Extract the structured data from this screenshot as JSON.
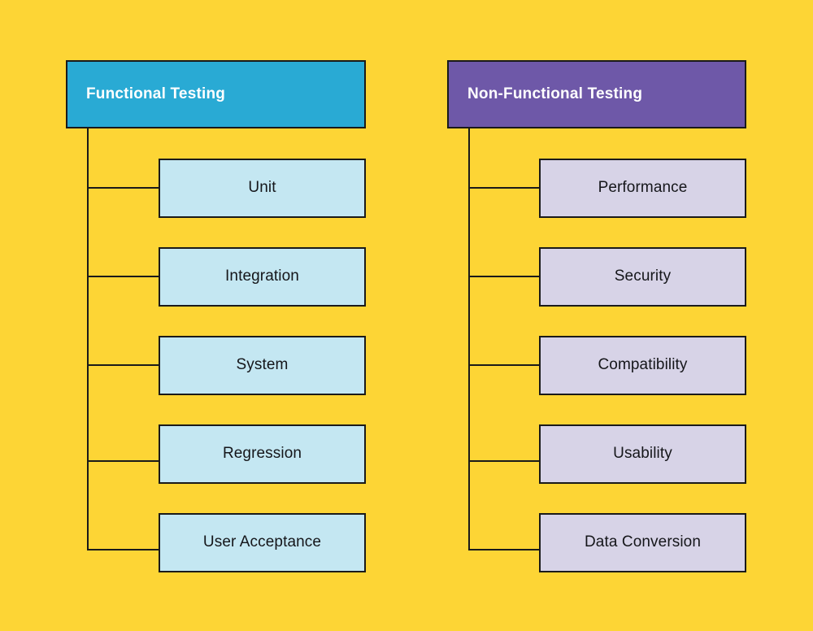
{
  "page": {
    "background_color": "#FDD535",
    "line_color": "#1a1a1a"
  },
  "columns": [
    {
      "id": "functional",
      "header": {
        "label": "Functional Testing",
        "fill": "#29AAD4",
        "text_color": "#FFFFFF"
      },
      "leaf_fill": "#C4E7F2",
      "leaf_text_color": "#15161A",
      "items": [
        {
          "label": "Unit"
        },
        {
          "label": "Integration"
        },
        {
          "label": "System"
        },
        {
          "label": "Regression"
        },
        {
          "label": "User Acceptance"
        }
      ]
    },
    {
      "id": "non-functional",
      "header": {
        "label": "Non-Functional Testing",
        "fill": "#6E58A8",
        "text_color": "#FFFFFF"
      },
      "leaf_fill": "#D7D3E7",
      "leaf_text_color": "#15161A",
      "items": [
        {
          "label": "Performance"
        },
        {
          "label": "Security"
        },
        {
          "label": "Compatibility"
        },
        {
          "label": "Usability"
        },
        {
          "label": "Data Conversion"
        }
      ]
    }
  ]
}
